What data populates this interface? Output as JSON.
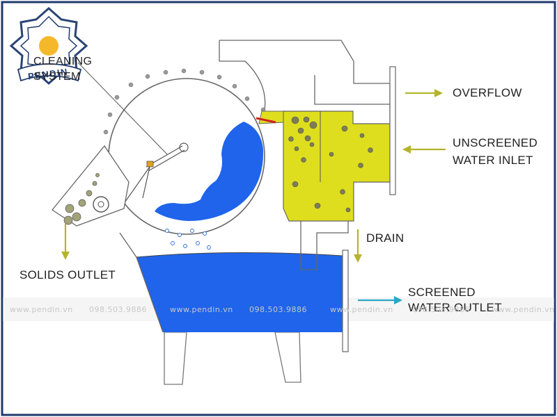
{
  "labels": {
    "cleaning_system": "CLEANING SYSTEM",
    "overflow": "OVERFLOW",
    "unscreened_line1": "UNSCREENED",
    "unscreened_line2": "WATER INLET",
    "drain": "DRAIN",
    "solids_outlet": "SOLIDS OUTLET",
    "screened_line1": "SCREENED",
    "screened_line2": "WATER OUTLET"
  },
  "logo": {
    "text": "PENDIN"
  },
  "watermark": {
    "items": [
      "www.pendin.vn",
      "098.503.9886",
      "www.pendin.vn",
      "098.503.9886",
      "www.pendin.vn",
      "098.503.9886",
      "www.pendin.vn"
    ]
  },
  "colors": {
    "frame": "#1f3a6e",
    "water": "#1f64ea",
    "sludge": "#dede1e",
    "arrow_yellow": "#b4b42a",
    "arrow_cyan": "#2aa7c8"
  }
}
